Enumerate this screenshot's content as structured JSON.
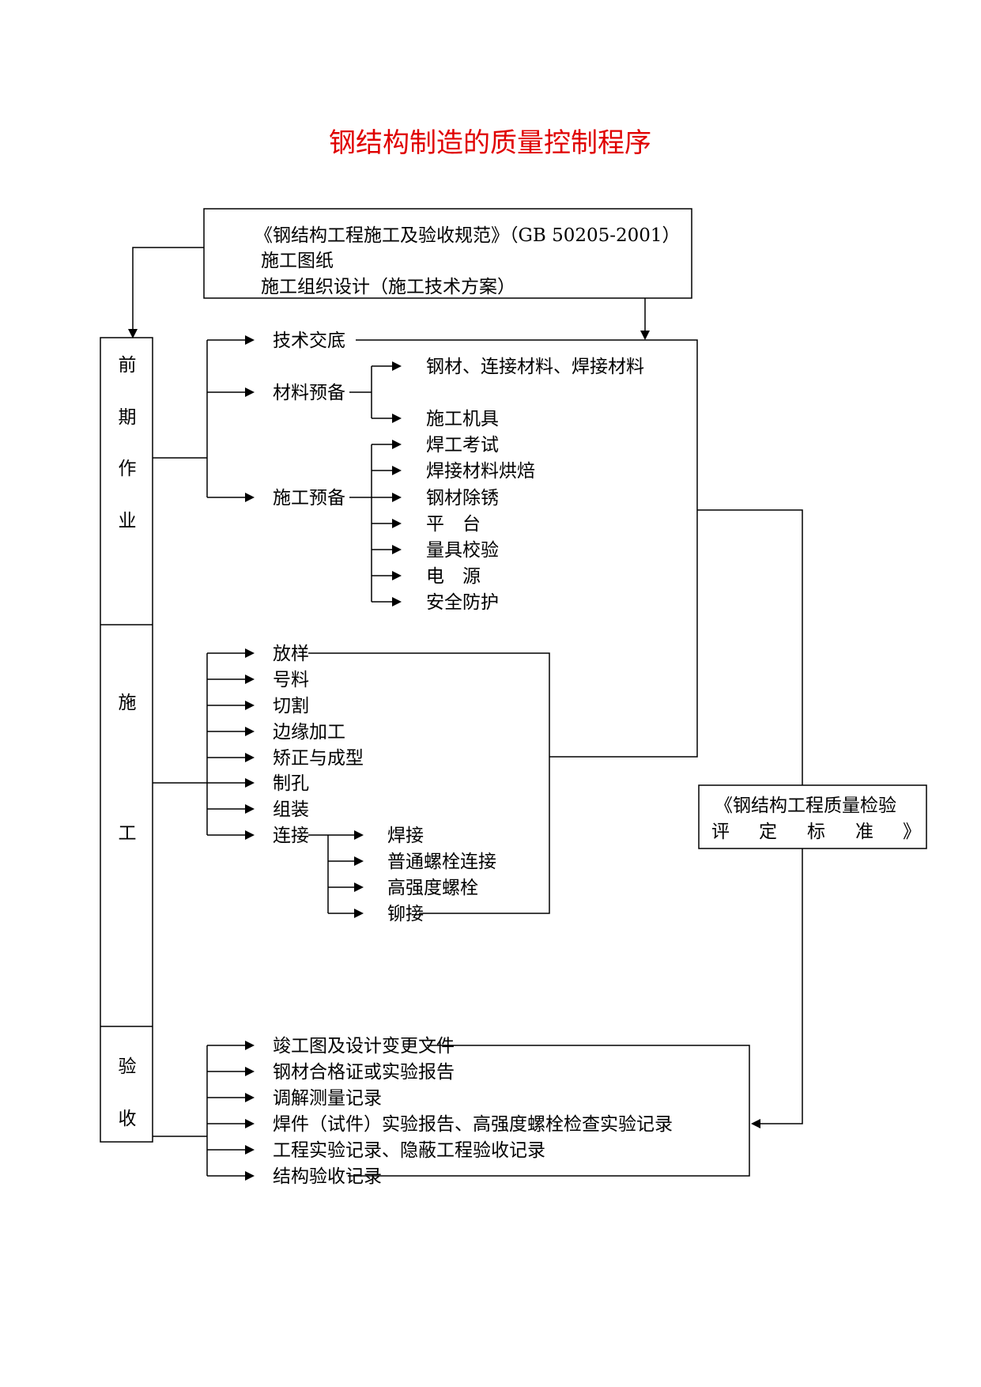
{
  "title": "钢结构制造的质量控制程序",
  "references": {
    "line1": "《钢结构工程施工及验收规范》（GB 50205-2001）",
    "line2": "施工图纸",
    "line3": "施工组织设计（施工技术方案）"
  },
  "stages": {
    "pre": [
      "前",
      "期",
      "作",
      "业"
    ],
    "construction": [
      "施",
      "工"
    ],
    "acceptance": [
      "验",
      "收"
    ]
  },
  "pre_work": {
    "tech_briefing": "技术交底",
    "material_prep": "材料预备",
    "material_items": [
      "钢材、连接材料、焊接材料",
      "施工机具"
    ],
    "construction_prep": "施工预备",
    "construction_items": [
      "焊工考试",
      "焊接材料烘焙",
      "钢材除锈",
      "平　台",
      "量具校验",
      "电　源",
      "安全防护"
    ]
  },
  "construction": {
    "items": [
      "放样",
      "号料",
      "切割",
      "边缘加工",
      "矫正与成型",
      "制孔",
      "组装",
      "连接"
    ],
    "connection_items": [
      "焊接",
      "普通螺栓连接",
      "高强度螺栓",
      "铆接"
    ]
  },
  "standard": {
    "line1": "《钢结构工程质量检验",
    "line2_chars": [
      "评",
      "定",
      "标",
      "准",
      "》"
    ]
  },
  "acceptance": {
    "items": [
      "竣工图及设计变更文件",
      "钢材合格证或实验报告",
      "调解测量记录",
      "焊件（试件）实验报告、高强度螺栓检查实验记录",
      "工程实验记录、隐蔽工程验收记录",
      "结构验收记录"
    ]
  }
}
